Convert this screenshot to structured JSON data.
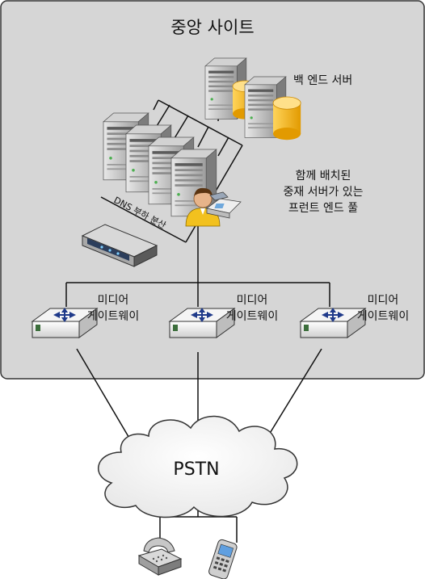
{
  "site": {
    "title": "중앙 사이트"
  },
  "backend": {
    "label": "백 엔드 서버"
  },
  "frontend": {
    "line1": "함께 배치된",
    "line2": "중재 서버가 있는",
    "line3": "프런트 엔드 풀"
  },
  "dns": {
    "label": "DNS 부하 분산"
  },
  "gateways": [
    {
      "line1": "미디어",
      "line2": "게이트웨이"
    },
    {
      "line1": "미디어",
      "line2": "게이트웨이"
    },
    {
      "line1": "미디어",
      "line2": "게이트웨이"
    }
  ],
  "pstn": {
    "label": "PSTN"
  },
  "icons": [
    "server-icon",
    "database-icon",
    "user-icon",
    "ip-phone-icon",
    "load-balancer-icon",
    "gateway-icon",
    "cloud-icon",
    "desk-phone-icon",
    "mobile-phone-icon"
  ],
  "colors": {
    "site_bg": "#d6d6d6",
    "gateway_arrow": "#1f3a8a",
    "database": "#f2b21b",
    "server": "#9a9a9a"
  }
}
